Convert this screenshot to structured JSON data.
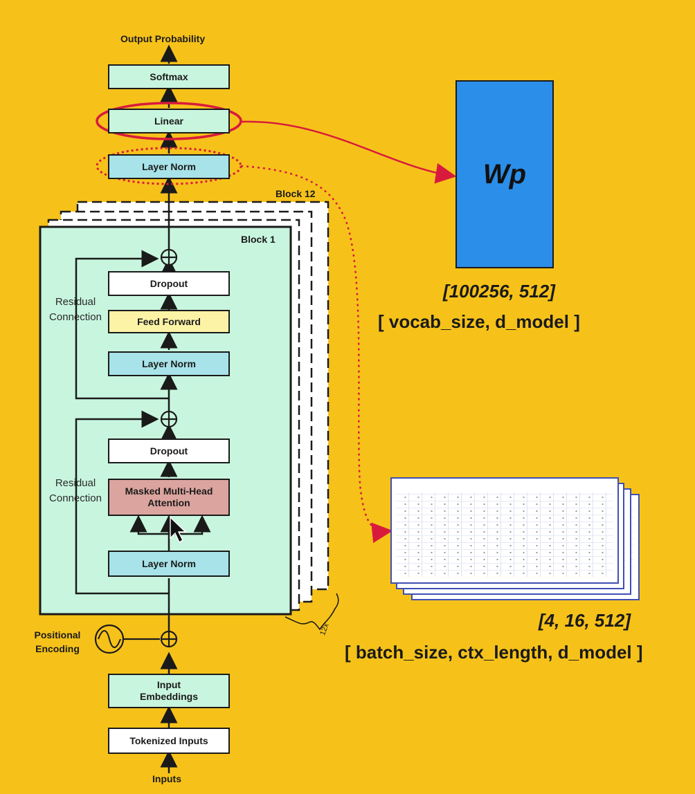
{
  "diagram": {
    "output_label": "Output Probability",
    "softmax": "Softmax",
    "linear": "Linear",
    "top_layer_norm": "Layer Norm",
    "block_last_label": "Block 12",
    "block_first_label": "Block 1",
    "repeat_label": "12x",
    "upper": {
      "dropout": "Dropout",
      "feed_forward": "Feed Forward",
      "layer_norm": "Layer Norm",
      "residual": "Residual Connection"
    },
    "lower": {
      "dropout": "Dropout",
      "attention": "Masked Multi-Head Attention",
      "layer_norm": "Layer Norm",
      "residual": "Residual Connection"
    },
    "positional_encoding": "Positional Encoding",
    "input_embeddings": "Input Embeddings",
    "tokenized_inputs": "Tokenized Inputs",
    "inputs_label": "Inputs"
  },
  "weights": {
    "name": "Wp",
    "shape": "[100256, 512]",
    "dims": "[ vocab_size, d_model ]"
  },
  "activations": {
    "shape": "[4, 16, 512]",
    "dims": "[ batch_size, ctx_length, d_model ]"
  },
  "colors": {
    "background": "#f6c21a",
    "block": "#c8f5de",
    "norm": "#a7e3e8",
    "attention": "#dba49e",
    "feed_forward": "#fdf3a6",
    "weight_matrix": "#2b8ee8",
    "highlight": "#d81b3c"
  }
}
